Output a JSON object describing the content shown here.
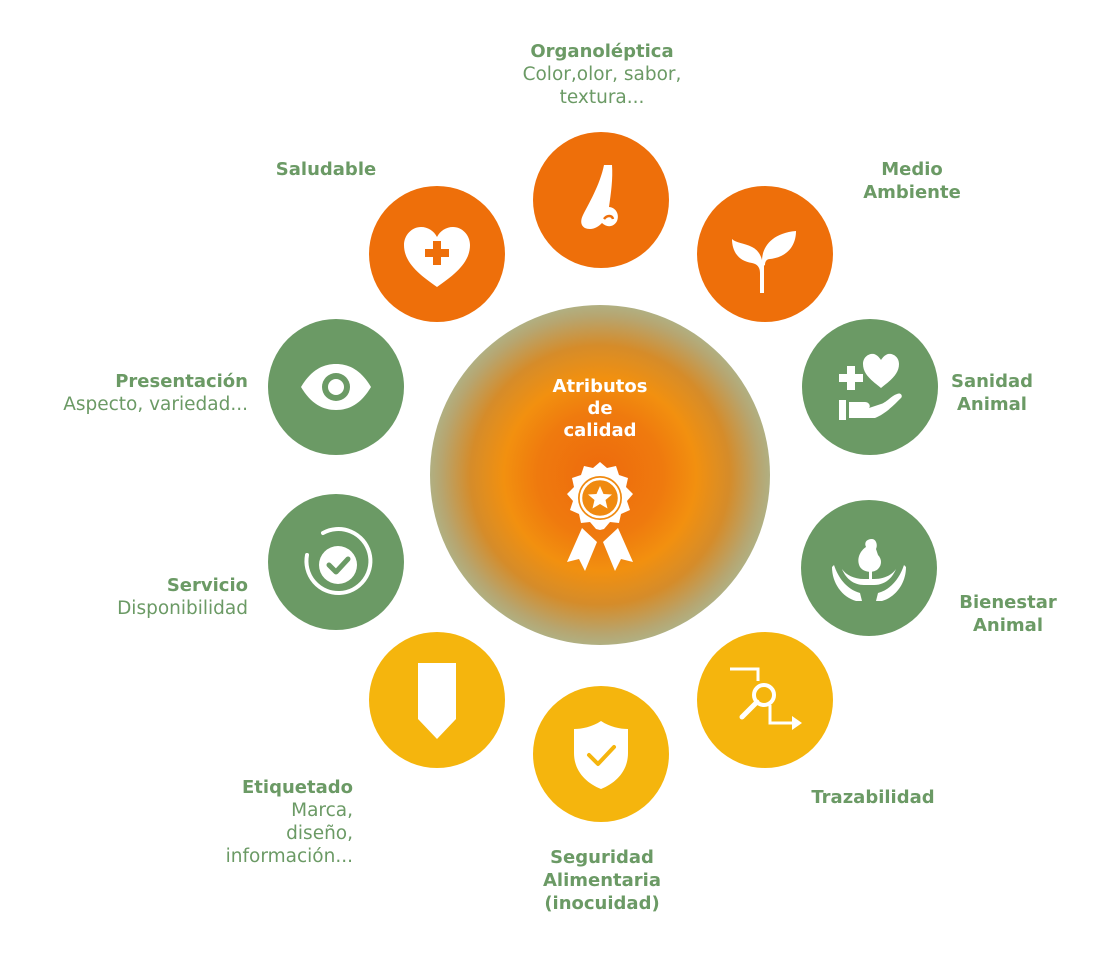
{
  "center": {
    "title_lines": [
      "Atributos",
      "de",
      "calidad"
    ],
    "icon": "award-ribbon-icon"
  },
  "colors": {
    "orange": "#ee6f0a",
    "green": "#6b9a65",
    "yellow": "#f5b50d",
    "label": "#6b9a65"
  },
  "attributes": {
    "organoleptica": {
      "title": "Organoléptica",
      "subtitle_lines": [
        "Color,olor, sabor,",
        "textura..."
      ],
      "icon": "nose-icon"
    },
    "medio_ambiente": {
      "title_lines": [
        "Medio",
        "Ambiente"
      ],
      "icon": "sprout-icon"
    },
    "sanidad_animal": {
      "title_lines": [
        "Sanidad",
        "Animal"
      ],
      "icon": "health-care-icon"
    },
    "bienestar_animal": {
      "title_lines": [
        "Bienestar",
        "Animal"
      ],
      "icon": "hands-chicken-icon"
    },
    "trazabilidad": {
      "title": "Trazabilidad",
      "icon": "trace-search-icon"
    },
    "seguridad": {
      "title_lines": [
        "Seguridad",
        "Alimentaria",
        "(inocuidad)"
      ],
      "icon": "shield-check-icon"
    },
    "etiquetado": {
      "title": "Etiquetado",
      "subtitle_lines": [
        "Marca,",
        "diseño,",
        "información..."
      ],
      "icon": "tag-icon"
    },
    "servicio": {
      "title": "Servicio",
      "subtitle": "Disponibilidad",
      "icon": "circular-check-icon"
    },
    "presentacion": {
      "title": "Presentación",
      "subtitle": "Aspecto, variedad...",
      "icon": "eye-icon"
    },
    "saludable": {
      "title": "Saludable",
      "icon": "heart-plus-icon"
    }
  }
}
